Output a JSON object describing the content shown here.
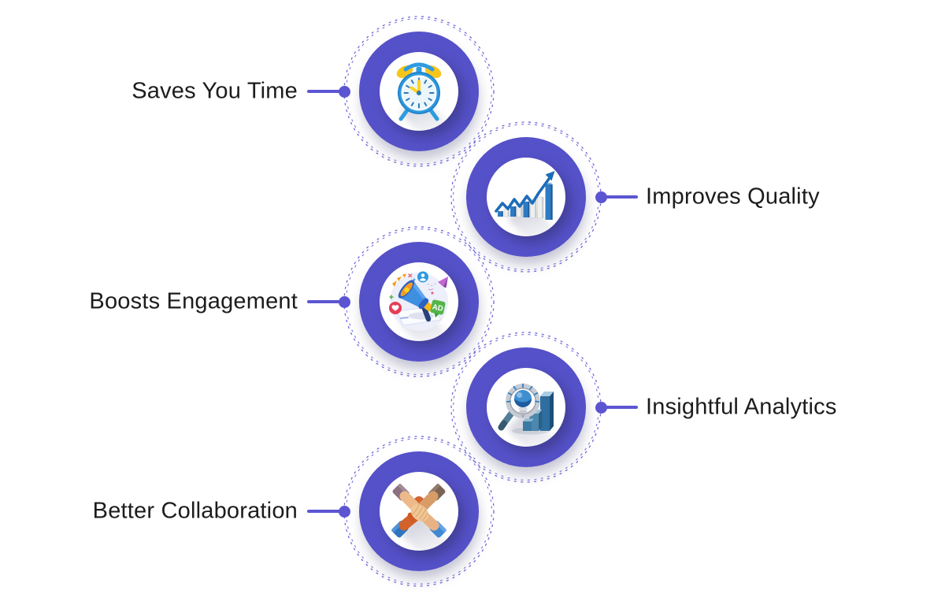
{
  "diagram": {
    "items": [
      {
        "label": "Saves You Time",
        "icon": "alarm-clock-icon",
        "side": "left"
      },
      {
        "label": "Improves Quality",
        "icon": "growth-chart-icon",
        "side": "right"
      },
      {
        "label": "Boosts Engagement",
        "icon": "megaphone-icon",
        "side": "left",
        "badge_text": "AD"
      },
      {
        "label": "Insightful Analytics",
        "icon": "magnifier-bulb-chart-icon",
        "side": "right"
      },
      {
        "label": "Better Collaboration",
        "icon": "stacked-hands-icon",
        "side": "left"
      }
    ],
    "colors": {
      "ring": "#5551c8",
      "dashed_ring": "#6f68da",
      "connector": "#5c55d2",
      "label_text": "#1c1c1c",
      "background": "#ffffff"
    }
  }
}
